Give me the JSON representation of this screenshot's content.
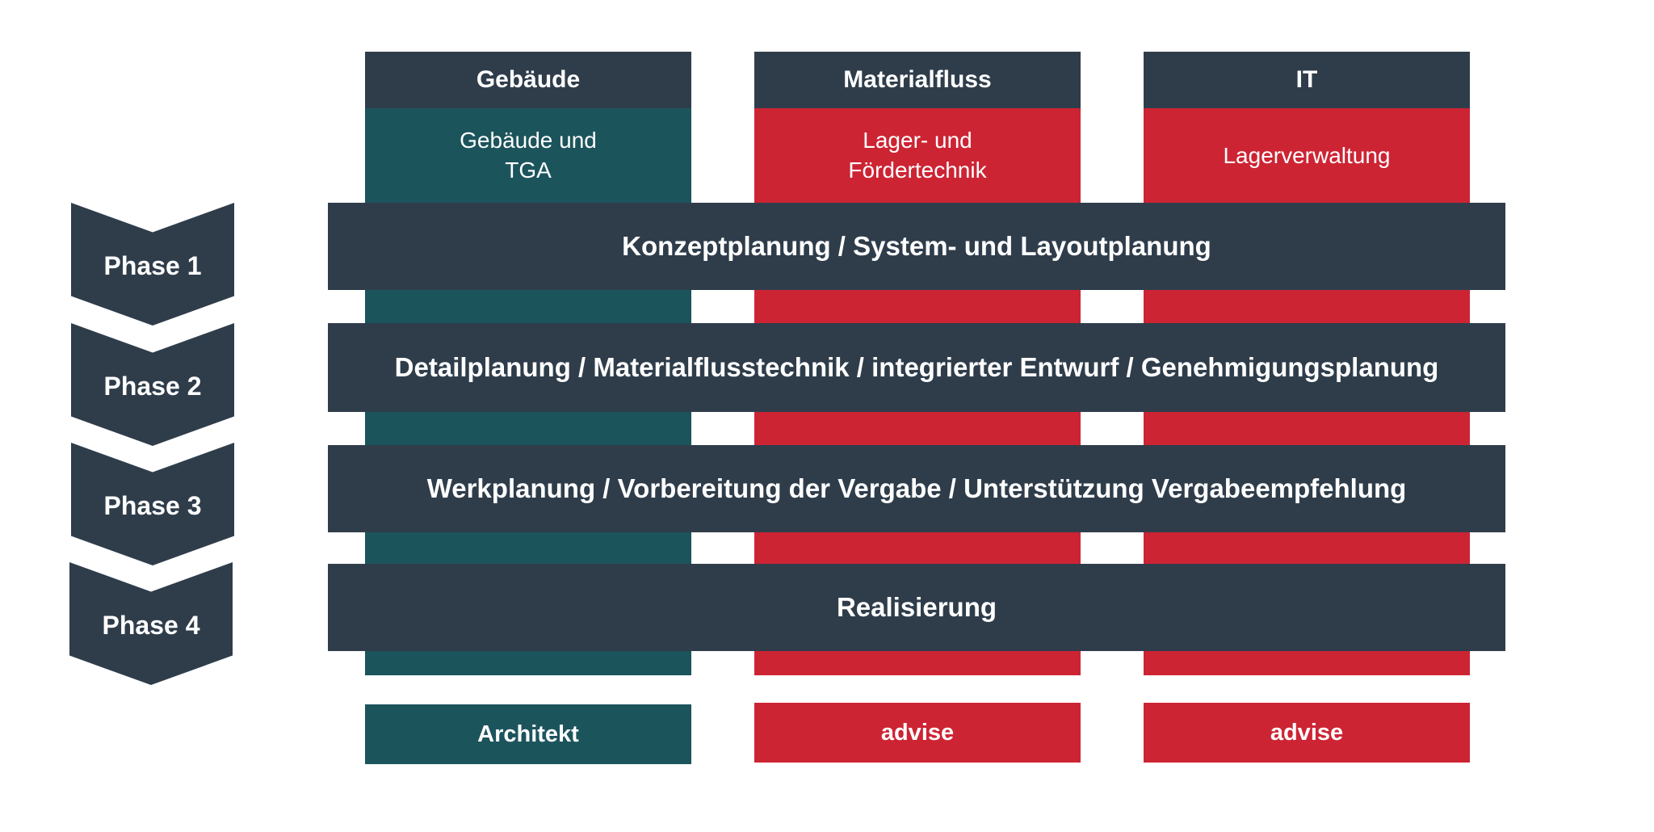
{
  "colors": {
    "dark": "#2f3d4b",
    "teal": "#1c545c",
    "red": "#cd2434"
  },
  "columns": [
    {
      "header": "Gebäude",
      "subtitle": "Gebäude und\nTGA",
      "owner": "Architekt"
    },
    {
      "header": "Materialfluss",
      "subtitle": "Lager- und\nFördertechnik",
      "owner": "advise"
    },
    {
      "header": "IT",
      "subtitle": "Lagerverwaltung",
      "owner": "advise"
    }
  ],
  "phases": [
    {
      "label": "Phase 1",
      "bar": "Konzeptplanung / System- und Layoutplanung"
    },
    {
      "label": "Phase 2",
      "bar": "Detailplanung / Materialflusstechnik / integrierter Entwurf / Genehmigungsplanung"
    },
    {
      "label": "Phase 3",
      "bar": "Werkplanung / Vorbereitung der Vergabe / Unterstützung Vergabeempfehlung"
    },
    {
      "label": "Phase 4",
      "bar": "Realisierung"
    }
  ]
}
